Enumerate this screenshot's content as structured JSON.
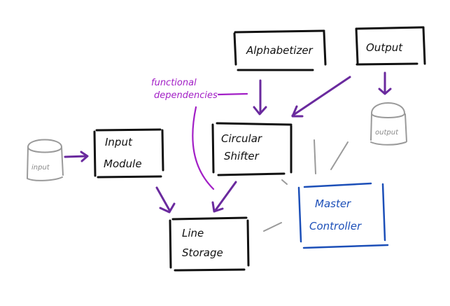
{
  "diagram": {
    "nodes": {
      "alphabetizer": {
        "label": "Alphabetizer"
      },
      "output": {
        "label": "Output"
      },
      "circular_shifter": {
        "line1": "Circular",
        "line2": "Shifter"
      },
      "input_module": {
        "line1": "Input",
        "line2": "Module"
      },
      "line_storage": {
        "line1": "Line",
        "line2": "Storage"
      },
      "master_controller": {
        "line1": "Master",
        "line2": "Controller"
      },
      "input_store": {
        "label": "input"
      },
      "output_store": {
        "label": "output"
      }
    },
    "annotation": {
      "line1": "functional",
      "line2": "dependencies"
    },
    "colors": {
      "box": "#111111",
      "dependency_arrow": "#6a2a9e",
      "annotation": "#a21fc6",
      "master_controller": "#1c4fb8",
      "data_store": "#9a9a9a"
    },
    "edges": [
      {
        "from": "alphabetizer",
        "to": "circular_shifter",
        "type": "dependency"
      },
      {
        "from": "output",
        "to": "circular_shifter",
        "type": "dependency"
      },
      {
        "from": "output",
        "to": "output_store",
        "type": "dependency"
      },
      {
        "from": "input_store",
        "to": "input_module",
        "type": "dependency"
      },
      {
        "from": "input_module",
        "to": "line_storage",
        "type": "dependency"
      },
      {
        "from": "circular_shifter",
        "to": "line_storage",
        "type": "dependency"
      },
      {
        "from": "master_controller",
        "to": "circular_shifter",
        "type": "control"
      },
      {
        "from": "master_controller",
        "to": "line_storage",
        "type": "control"
      },
      {
        "from": "master_controller",
        "to": "output",
        "type": "control"
      }
    ]
  }
}
